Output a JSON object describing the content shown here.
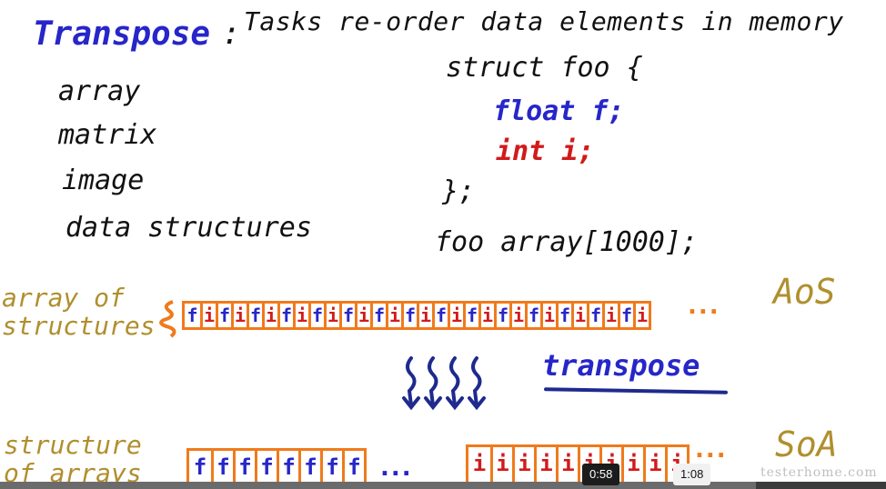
{
  "header": {
    "title_word": "Transpose",
    "title_colon": ":",
    "title_rest": "Tasks re-order data elements in memory"
  },
  "list": {
    "items": [
      "array",
      "matrix",
      "image",
      "data structures"
    ]
  },
  "code": {
    "struct_line": "struct foo {",
    "float_line": "float f;",
    "int_line": "int i;",
    "close_line": "};",
    "decl_line": "foo array[1000];"
  },
  "aos": {
    "label": "array of\nstructures",
    "tag": "AoS",
    "cells": [
      "f",
      "i",
      "f",
      "i",
      "f",
      "i",
      "f",
      "i",
      "f",
      "i",
      "f",
      "i",
      "f",
      "i",
      "f",
      "i",
      "f",
      "i",
      "f",
      "i",
      "f",
      "i",
      "f",
      "i",
      "f",
      "i",
      "f",
      "i",
      "f",
      "i"
    ],
    "more": "..."
  },
  "transpose_label": "transpose",
  "soa": {
    "label": "structure\nof arrays",
    "tag": "SoA",
    "f_cells": [
      "f",
      "f",
      "f",
      "f",
      "f",
      "f",
      "f",
      "f"
    ],
    "i_cells": [
      "i",
      "i",
      "i",
      "i",
      "i",
      "i",
      "i",
      "i",
      "i",
      "i"
    ],
    "more": "..."
  },
  "colors": {
    "blue": "#2626c9",
    "red": "#d11b1b",
    "orange": "#f07a1c",
    "olive": "#b08f2e"
  },
  "player": {
    "current_time": "0:58",
    "total_time": "1:08",
    "progress": 0.853
  },
  "watermark": "testerhome.com"
}
